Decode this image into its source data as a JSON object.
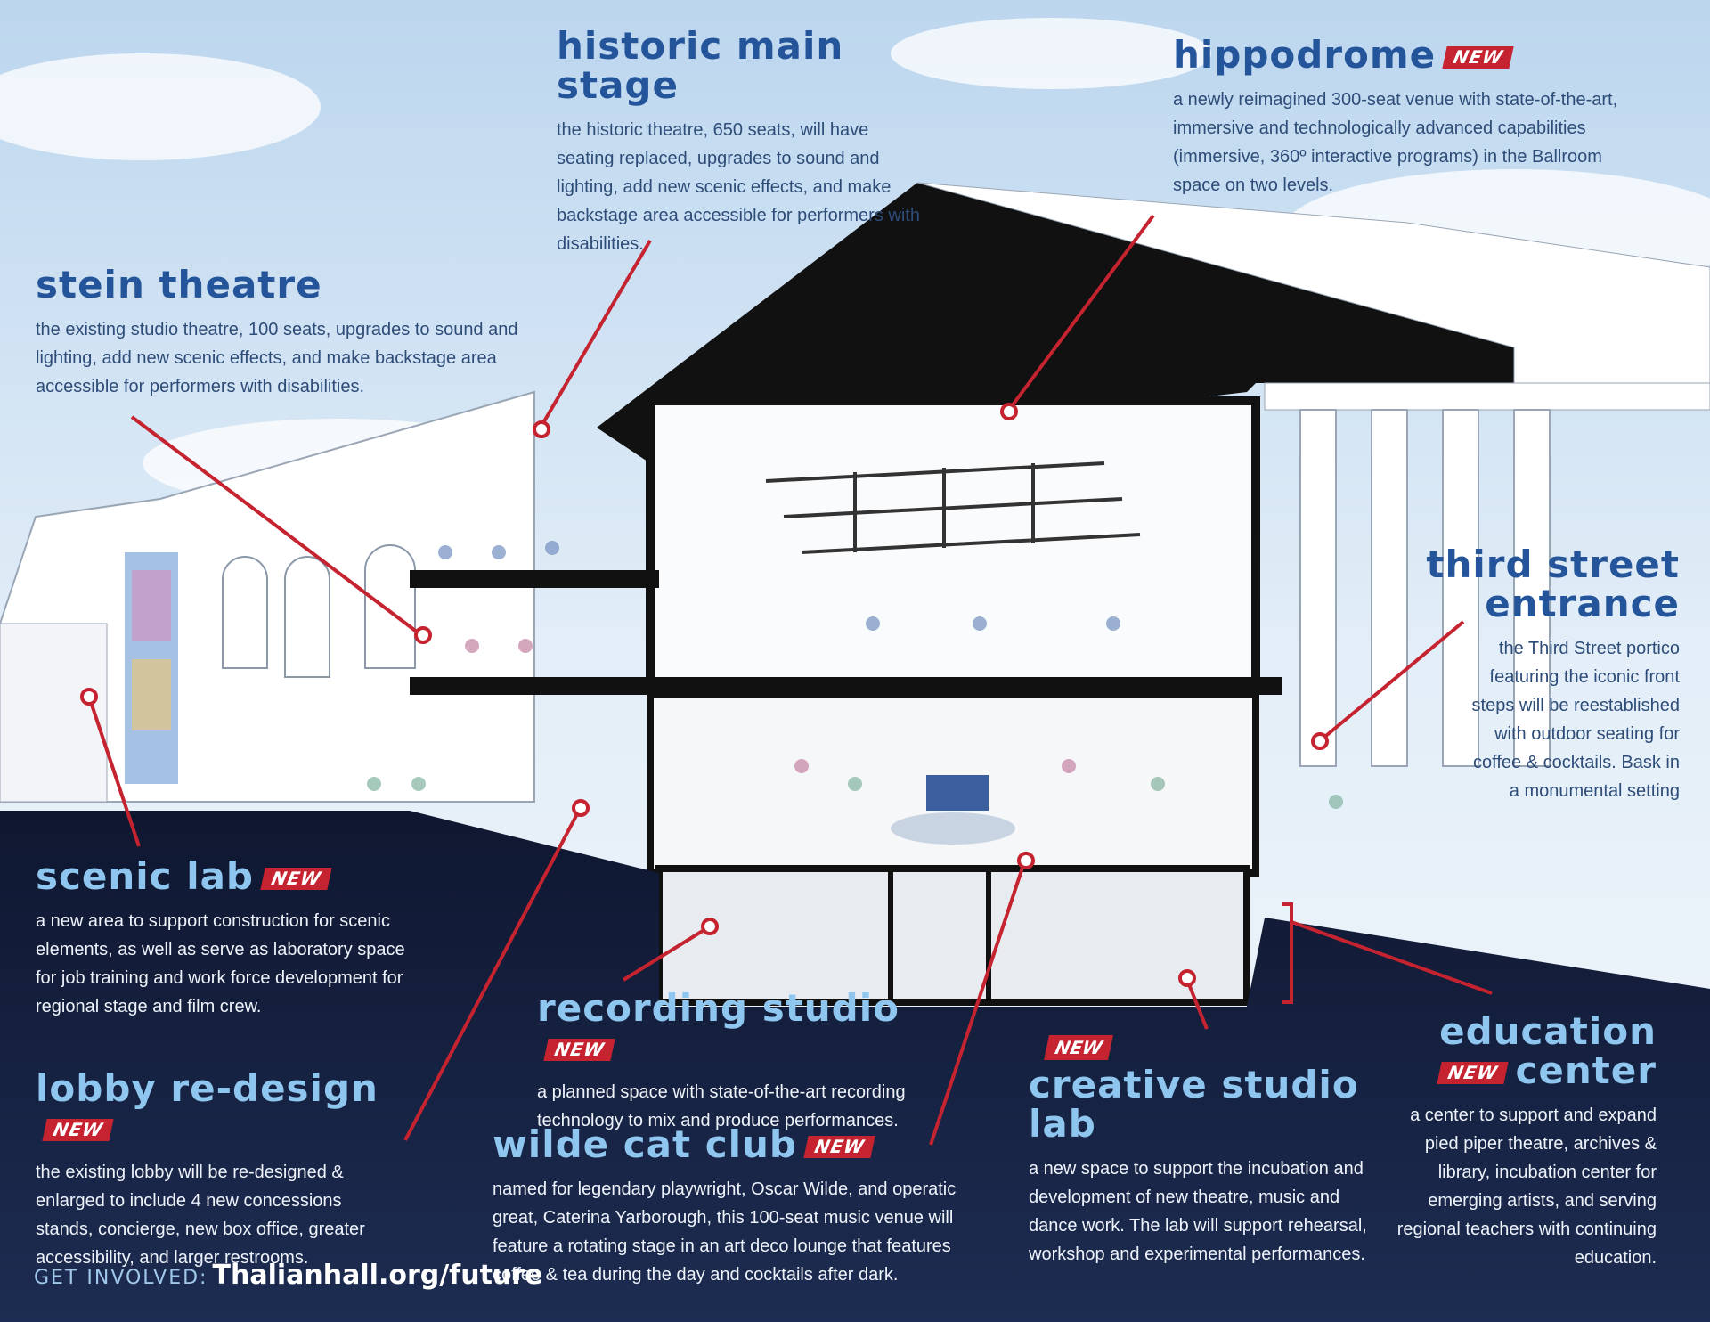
{
  "badge_new": "NEW",
  "sections": {
    "historic_main_stage": {
      "title": "historic main stage",
      "desc": "the historic theatre, 650 seats, will have seating replaced, upgrades to sound and lighting, add new scenic effects, and make backstage area accessible for performers with disabilities."
    },
    "hippodrome": {
      "title": "hippodrome",
      "desc": "a newly reimagined 300-seat venue with state-of-the-art, immersive and technologically advanced capabilities (immersive, 360º interactive programs) in the Ballroom space on two levels."
    },
    "stein_theatre": {
      "title": "stein theatre",
      "desc": "the existing studio theatre, 100 seats, upgrades to sound and lighting, add new scenic effects, and make backstage area accessible for performers with disabilities."
    },
    "third_street_entrance": {
      "title_line1": "third street",
      "title_line2": "entrance",
      "desc": "the Third Street portico featuring the iconic front steps will be reestablished with outdoor seating for coffee & cocktails. Bask in a monumental setting"
    },
    "scenic_lab": {
      "title": "scenic lab",
      "desc": "a new area to support construction for scenic elements, as well as serve as laboratory space for job training and work force development for regional stage and film crew."
    },
    "lobby_redesign": {
      "title": "lobby re-design",
      "desc": "the existing lobby will be re-designed & enlarged to include 4 new concessions stands, concierge, new box office, greater accessibility, and larger restrooms."
    },
    "recording_studio": {
      "title": "recording studio",
      "desc": "a planned space with state-of-the-art recording technology to mix and produce performances."
    },
    "wilde_cat_club": {
      "title": "wilde cat club",
      "desc": "named for legendary playwright, Oscar Wilde, and operatic great, Caterina Yarborough, this 100-seat music venue will feature a rotating stage in an art deco lounge that features coffee & tea during the day and cocktails after dark."
    },
    "creative_studio_lab": {
      "title": "creative studio lab",
      "desc": "a new space to support the incubation and development of new theatre, music and dance work. The lab will support rehearsal, workshop and experimental performances."
    },
    "education_center": {
      "title_line1": "education",
      "title_line2": "center",
      "desc": "a center to support and expand pied piper theatre, archives & library, incubation center for emerging artists, and serving regional teachers with continuing education."
    }
  },
  "footer": {
    "lead": "GET INVOLVED:",
    "url": "Thalianhall.org/future"
  },
  "colors": {
    "title_dark": "#24559a",
    "title_light": "#8fc6ef",
    "new_badge": "#c4232f",
    "leader_line": "#c4232f",
    "ground_dark": "#17223f"
  }
}
